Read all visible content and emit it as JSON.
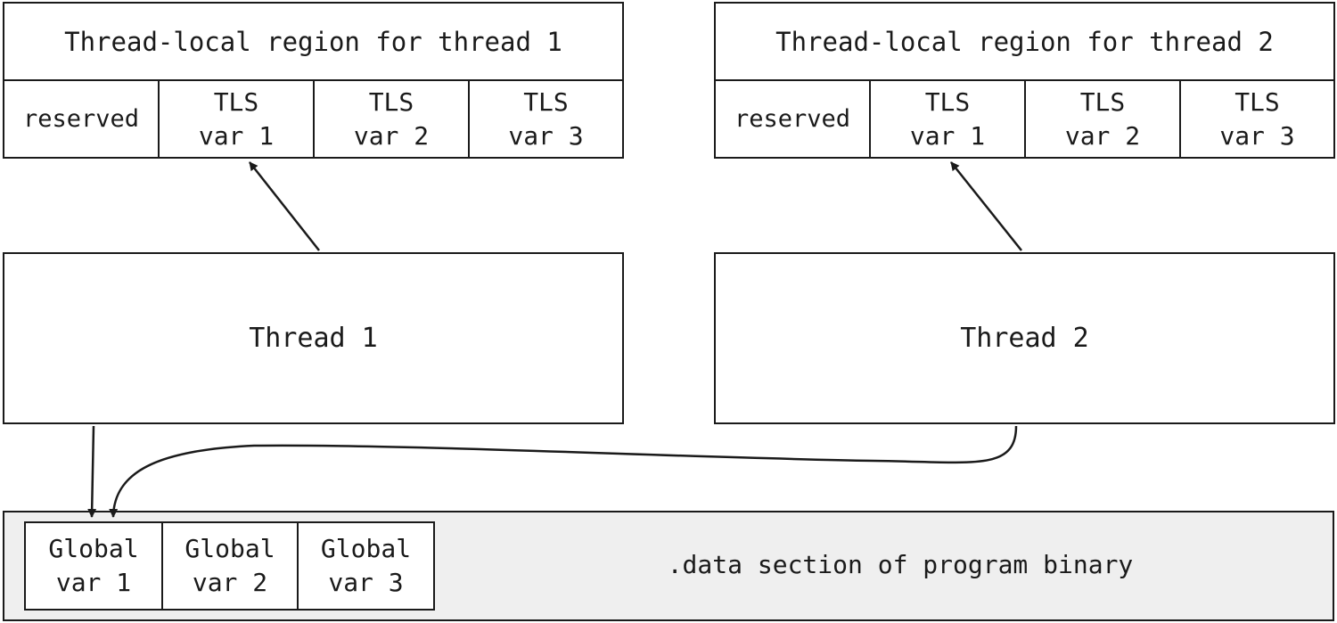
{
  "regions": [
    {
      "title": "Thread-local region for thread 1",
      "cells": [
        "reserved",
        "TLS\nvar 1",
        "TLS\nvar 2",
        "TLS\nvar 3"
      ]
    },
    {
      "title": "Thread-local region for thread 2",
      "cells": [
        "reserved",
        "TLS\nvar 1",
        "TLS\nvar 2",
        "TLS\nvar 3"
      ]
    }
  ],
  "threads": [
    "Thread 1",
    "Thread 2"
  ],
  "data_section": {
    "label": ".data section of program binary",
    "globals": [
      "Global\nvar 1",
      "Global\nvar 2",
      "Global\nvar 3"
    ]
  },
  "colors": {
    "stroke": "#1a1a1a",
    "data_section_fill": "#efefef"
  }
}
